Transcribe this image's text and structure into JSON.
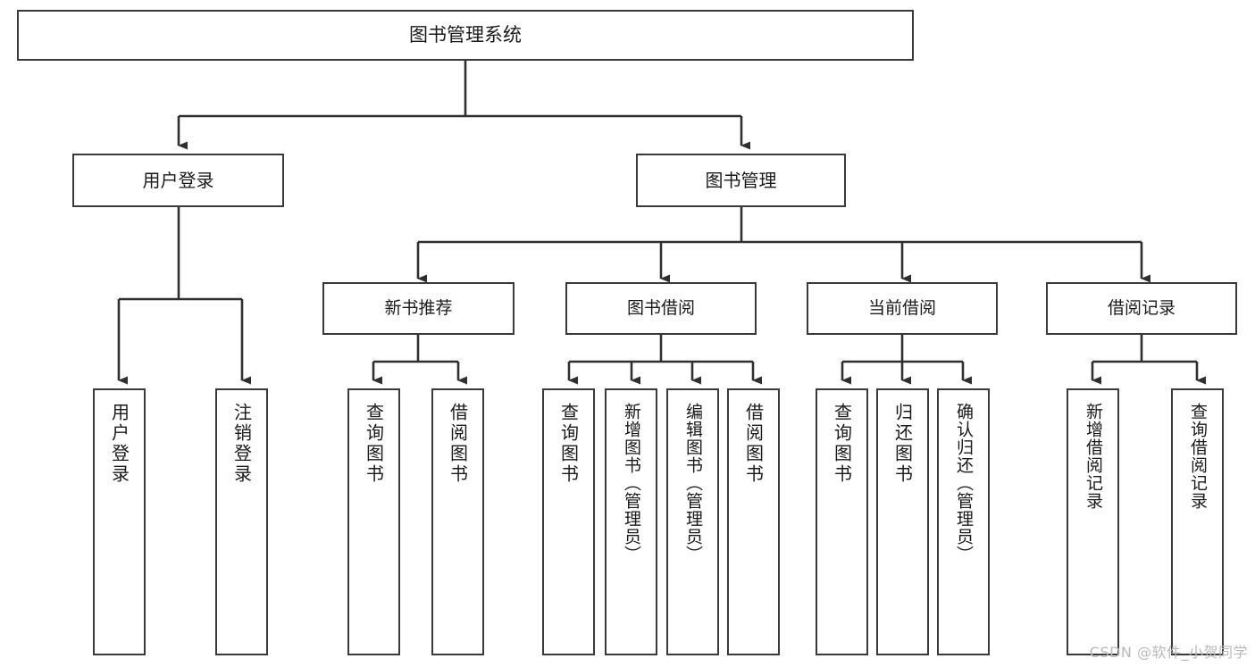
{
  "diagram": {
    "title": "图书管理系统",
    "type": "tree-hierarchy-chart",
    "root": {
      "id": "root",
      "label": "图书管理系统"
    },
    "level1": [
      {
        "id": "user-login",
        "label": "用户登录"
      },
      {
        "id": "book-management",
        "label": "图书管理"
      }
    ],
    "level2": [
      {
        "id": "new-book-recommend",
        "label": "新书推荐",
        "parent": "book-management"
      },
      {
        "id": "book-borrow",
        "label": "图书借阅",
        "parent": "book-management"
      },
      {
        "id": "current-borrow",
        "label": "当前借阅",
        "parent": "book-management"
      },
      {
        "id": "borrow-record",
        "label": "借阅记录",
        "parent": "book-management"
      }
    ],
    "leaves": {
      "user-login": [
        {
          "id": "leaf-user-login",
          "label": "用户登录"
        },
        {
          "id": "leaf-user-logout",
          "label": "注销登录"
        }
      ],
      "new-book-recommend": [
        {
          "id": "leaf-query-book-1",
          "label": "查询图书"
        },
        {
          "id": "leaf-borrow-book-1",
          "label": "借阅图书"
        }
      ],
      "book-borrow": [
        {
          "id": "leaf-query-book-2",
          "label": "查询图书"
        },
        {
          "id": "leaf-add-book",
          "label": "新增图书（管理员）"
        },
        {
          "id": "leaf-edit-book",
          "label": "编辑图书（管理员）"
        },
        {
          "id": "leaf-borrow-book-2",
          "label": "借阅图书"
        }
      ],
      "current-borrow": [
        {
          "id": "leaf-query-book-3",
          "label": "查询图书"
        },
        {
          "id": "leaf-return-book",
          "label": "归还图书"
        },
        {
          "id": "leaf-confirm-return",
          "label": "确认归还（管理员）"
        }
      ],
      "borrow-record": [
        {
          "id": "leaf-add-record",
          "label": "新增借阅记录"
        },
        {
          "id": "leaf-query-record",
          "label": "查询借阅记录"
        }
      ]
    }
  },
  "watermark": {
    "text": "CSDN @软件_小贺同学"
  },
  "colors": {
    "stroke": "#3a3a3a",
    "fill": "#ffffff",
    "text": "#1a1a1a",
    "watermark": "#b9b9b9"
  }
}
